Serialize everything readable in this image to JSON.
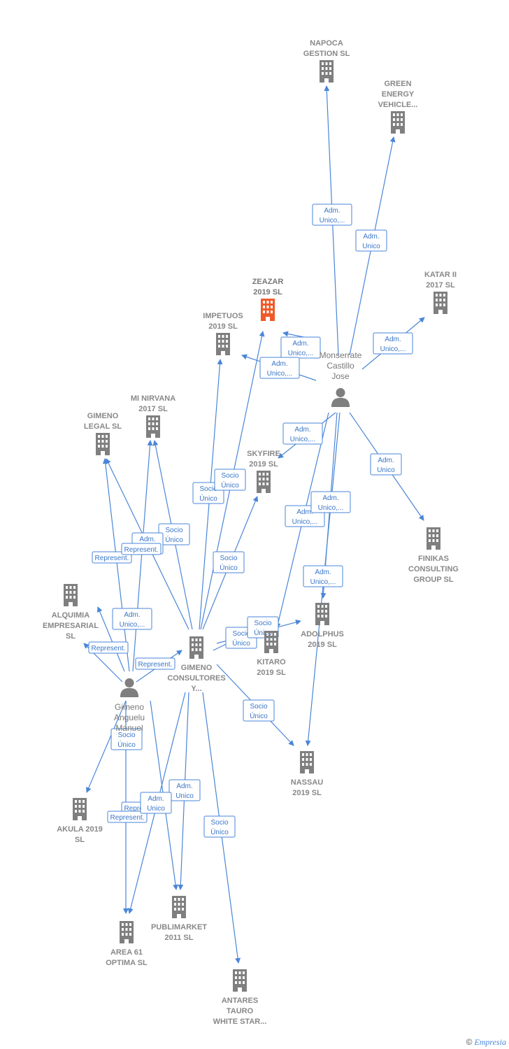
{
  "colors": {
    "edge": "#4a86d8",
    "building": "#7f7f7f",
    "focus_building": "#f05a28",
    "person": "#7f7f7f",
    "label": "#888888"
  },
  "nodes": [
    {
      "id": "napoca",
      "kind": "company",
      "lines": [
        "NAPOCA",
        "GESTION  SL"
      ]
    },
    {
      "id": "green",
      "kind": "company",
      "lines": [
        "GREEN",
        "ENERGY",
        "VEHICLE..."
      ]
    },
    {
      "id": "katar",
      "kind": "company",
      "lines": [
        "KATAR II",
        "2017  SL"
      ]
    },
    {
      "id": "zeazar",
      "kind": "company",
      "focus": true,
      "lines": [
        "ZEAZAR",
        "2019  SL"
      ]
    },
    {
      "id": "impetuos",
      "kind": "company",
      "lines": [
        "IMPETUOS",
        "2019  SL"
      ]
    },
    {
      "id": "monserrate",
      "kind": "person",
      "lines": [
        "Monserrate",
        "Castillo",
        "Jose"
      ]
    },
    {
      "id": "mi_nirvana",
      "kind": "company",
      "lines": [
        "MI NIRVANA",
        "2017  SL"
      ]
    },
    {
      "id": "gimeno_legal",
      "kind": "company",
      "lines": [
        "GIMENO",
        "LEGAL  SL"
      ]
    },
    {
      "id": "skyfire",
      "kind": "company",
      "lines": [
        "SKYFIRE",
        "2019  SL"
      ]
    },
    {
      "id": "finikas",
      "kind": "company",
      "lines": [
        "FINIKAS",
        "CONSULTING",
        "GROUP SL"
      ]
    },
    {
      "id": "alquimia",
      "kind": "company",
      "lines": [
        "ALQUIMIA",
        "EMPRESARIAL",
        "SL"
      ]
    },
    {
      "id": "gimeno_consultores",
      "kind": "company",
      "lines": [
        "GIMENO",
        "CONSULTORES",
        "Y..."
      ]
    },
    {
      "id": "kitaro",
      "kind": "company",
      "lines": [
        "KITARO",
        "2019  SL"
      ]
    },
    {
      "id": "adolphus",
      "kind": "company",
      "lines": [
        "ADOLPHUS",
        "2019  SL"
      ]
    },
    {
      "id": "gimeno_person",
      "kind": "person",
      "lines": [
        "Gimeno",
        "Anguelu",
        "Manuel"
      ]
    },
    {
      "id": "nassau",
      "kind": "company",
      "lines": [
        "NASSAU",
        "2019  SL"
      ]
    },
    {
      "id": "akula",
      "kind": "company",
      "lines": [
        "AKULA 2019",
        "SL"
      ]
    },
    {
      "id": "publimarket",
      "kind": "company",
      "lines": [
        "PUBLIMARKET",
        "2011  SL"
      ]
    },
    {
      "id": "area61",
      "kind": "company",
      "lines": [
        "AREA 61",
        "OPTIMA  SL"
      ]
    },
    {
      "id": "antares",
      "kind": "company",
      "lines": [
        "ANTARES",
        "TAURO",
        "WHITE STAR..."
      ]
    }
  ],
  "relations": [
    {
      "from": "monserrate",
      "to": "napoca",
      "lines": [
        "Adm.",
        "Unico,..."
      ]
    },
    {
      "from": "monserrate",
      "to": "green",
      "lines": [
        "Adm.",
        "Unico"
      ]
    },
    {
      "from": "monserrate",
      "to": "katar",
      "lines": [
        "Adm.",
        "Unico,..."
      ]
    },
    {
      "from": "monserrate",
      "to": "zeazar",
      "lines": [
        "Adm.",
        "Unico,..."
      ]
    },
    {
      "from": "monserrate",
      "to": "impetuos",
      "lines": [
        "Adm.",
        "Unico,..."
      ]
    },
    {
      "from": "monserrate",
      "to": "skyfire",
      "lines": [
        "Adm.",
        "Unico,..."
      ]
    },
    {
      "from": "monserrate",
      "to": "finikas",
      "lines": [
        "Adm.",
        "Unico"
      ]
    },
    {
      "from": "monserrate",
      "to": "adolphus",
      "lines": [
        "Adm.",
        "Unico,..."
      ]
    },
    {
      "from": "monserrate",
      "to": "kitaro",
      "lines": [
        "Adm.",
        "Unico,..."
      ]
    },
    {
      "from": "monserrate",
      "to": "nassau",
      "lines": [
        "Adm.",
        "Unico,..."
      ]
    },
    {
      "from": "gimeno_consultores",
      "to": "impetuos",
      "lines": [
        "Socio",
        "Único"
      ]
    },
    {
      "from": "gimeno_consultores",
      "to": "zeazar",
      "lines": [
        "Socio",
        "Único"
      ]
    },
    {
      "from": "gimeno_consultores",
      "to": "mi_nirvana",
      "lines": [
        "Socio",
        "Único"
      ]
    },
    {
      "from": "gimeno_consultores",
      "to": "skyfire",
      "lines": [
        "Socio",
        "Único"
      ]
    },
    {
      "from": "gimeno_consultores",
      "to": "gimeno_legal",
      "lines": [
        "Represent."
      ]
    },
    {
      "from": "gimeno_person",
      "to": "mi_nirvana",
      "lines": [
        "Adm.",
        "Unico"
      ]
    },
    {
      "from": "gimeno_person",
      "to": "gimeno_legal",
      "lines": [
        "Represent."
      ]
    },
    {
      "from": "gimeno_person",
      "to": "alquimia",
      "lines": [
        "Adm.",
        "Unico,..."
      ]
    },
    {
      "from": "gimeno_person",
      "to": "alquimia",
      "lines": [
        "Represent."
      ]
    },
    {
      "from": "gimeno_person",
      "to": "gimeno_consultores",
      "lines": [
        "Represent."
      ]
    },
    {
      "from": "gimeno_consultores",
      "to": "kitaro",
      "lines": [
        "Socio",
        "Único"
      ]
    },
    {
      "from": "gimeno_consultores",
      "to": "adolphus",
      "lines": [
        "Socio",
        "Único"
      ]
    },
    {
      "from": "gimeno_consultores",
      "to": "nassau",
      "lines": [
        "Socio",
        "Único"
      ]
    },
    {
      "from": "gimeno_person",
      "to": "akula",
      "lines": [
        "Socio",
        "Único"
      ]
    },
    {
      "from": "gimeno_person",
      "to": "publimarket",
      "lines": [
        "Represent."
      ]
    },
    {
      "from": "gimeno_person",
      "to": "area61",
      "lines": [
        "Represent."
      ]
    },
    {
      "from": "gimeno_consultores",
      "to": "publimarket",
      "lines": [
        "Adm.",
        "Unico"
      ]
    },
    {
      "from": "gimeno_consultores",
      "to": "area61",
      "lines": [
        "Adm.",
        "Unico"
      ]
    },
    {
      "from": "gimeno_consultores",
      "to": "antares",
      "lines": [
        "Socio",
        "Único"
      ]
    }
  ],
  "watermark": {
    "copyright": "©",
    "brand": "Empresia"
  }
}
